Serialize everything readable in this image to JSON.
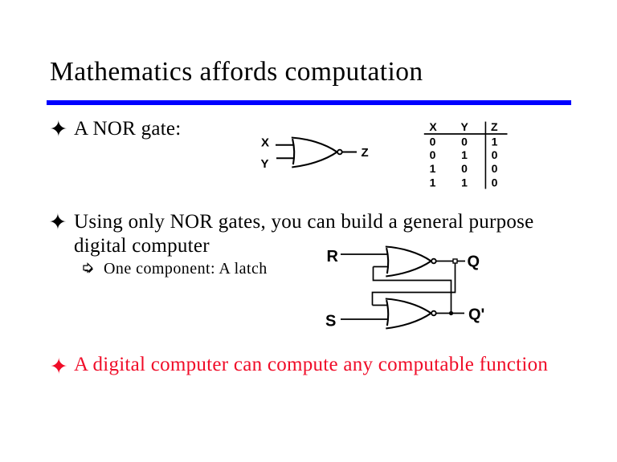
{
  "slide": {
    "title": "Mathematics affords computation",
    "bullet_glyph": "✦",
    "bullets": {
      "b1": "A NOR gate:",
      "b2": "Using only NOR gates, you can build a general purpose digital computer",
      "sub": "One component: A latch",
      "b3": "A digital computer can compute any computable function"
    },
    "icons": {
      "bullet": "black-four-pointed-star ✦",
      "sub_bullet": "white-rightwards-arrow-with-shadow"
    },
    "colors": {
      "accent_blue": "#0000FF",
      "emphasis_red": "#F00C28",
      "text_black": "#000000",
      "background": "#FFFFFF"
    }
  },
  "nor_gate_figure": {
    "input_x": "X",
    "input_y": "Y",
    "output_z": "Z"
  },
  "truth_table": {
    "headers": [
      "X",
      "Y",
      "Z"
    ],
    "rows": [
      [
        "0",
        "0",
        "1"
      ],
      [
        "0",
        "1",
        "0"
      ],
      [
        "1",
        "0",
        "0"
      ],
      [
        "1",
        "1",
        "0"
      ]
    ]
  },
  "latch_figure": {
    "reset_label": "R",
    "set_label": "S",
    "q_label": "Q",
    "q_prime_label": "Q'"
  },
  "chart_data": {
    "type": "table",
    "title": "NOR gate truth table",
    "columns": [
      "X",
      "Y",
      "Z"
    ],
    "rows": [
      [
        0,
        0,
        1
      ],
      [
        0,
        1,
        0
      ],
      [
        1,
        0,
        0
      ],
      [
        1,
        1,
        0
      ]
    ]
  }
}
